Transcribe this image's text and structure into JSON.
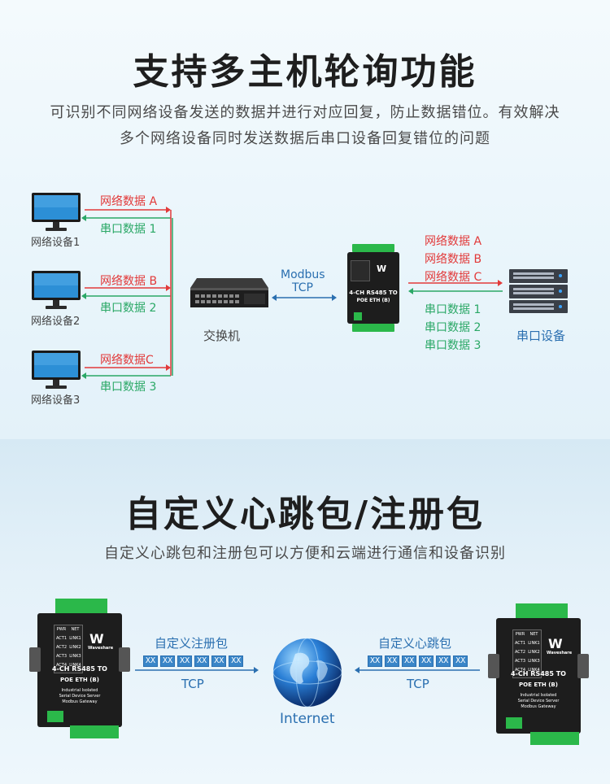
{
  "section1": {
    "title": "支持多主机轮询功能",
    "desc_line1": "可识别不同网络设备发送的数据并进行对应回复，防止数据错位。有效解决",
    "desc_line2": "多个网络设备同时发送数据后串口设备回复错位的问题",
    "devices": [
      {
        "name": "网络设备1",
        "send": "网络数据 A",
        "recv": "串口数据 1"
      },
      {
        "name": "网络设备2",
        "send": "网络数据 B",
        "recv": "串口数据 2"
      },
      {
        "name": "网络设备3",
        "send": "网络数据C",
        "recv": "串口数据 3"
      }
    ],
    "switch_label": "交换机",
    "protocol_line1": "Modbus",
    "protocol_line2": "TCP",
    "device_title": "4-CH RS485 TO",
    "device_sub": "POE ETH (B)",
    "serial_send": [
      "网络数据 A",
      "网络数据 B",
      "网络数据 C"
    ],
    "serial_recv": [
      "串口数据 1",
      "串口数据 2",
      "串口数据 3"
    ],
    "serial_label": "串口设备"
  },
  "section2": {
    "title": "自定义心跳包/注册包",
    "desc": "自定义心跳包和注册包可以方便和云端进行通信和设备识别",
    "left_packet": "自定义注册包",
    "right_packet": "自定义心跳包",
    "hex": [
      "XX",
      "XX",
      "XX",
      "XX",
      "XX",
      "XX"
    ],
    "tcp": "TCP",
    "internet": "Internet",
    "device_title": "4-CH RS485 TO",
    "device_sub": "POE ETH (B)",
    "device_desc1": "Industrial Isolated",
    "device_desc2": "Serial Device Server",
    "device_desc3": "Modbus Gateway",
    "brand": "Waveshare",
    "leds": [
      [
        "PWR",
        "NET"
      ],
      [
        "ACT1",
        "LINK1"
      ],
      [
        "ACT2",
        "LINK2"
      ],
      [
        "ACT3",
        "LINK3"
      ],
      [
        "ACT4",
        "LINK4"
      ]
    ]
  },
  "colors": {
    "red": "#e23a3a",
    "green": "#2aa866",
    "blue": "#2a6fb0"
  }
}
